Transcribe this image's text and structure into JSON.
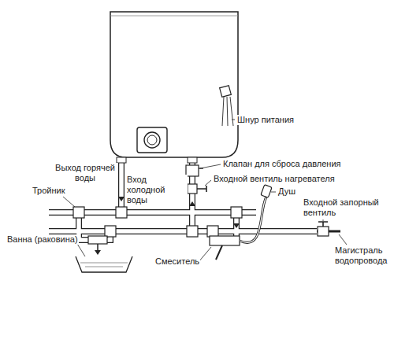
{
  "diagram": {
    "labels": [
      "Шнур питания",
      "Выход горячей воды",
      "Тройник",
      "Вход холодной воды",
      "Клапан для сброса давления",
      "Входной вентиль нагревателя",
      "Душ",
      "Входной запорный вентиль",
      "Ванна (раковина)",
      "Смеситель",
      "Магистраль водопровода"
    ]
  }
}
